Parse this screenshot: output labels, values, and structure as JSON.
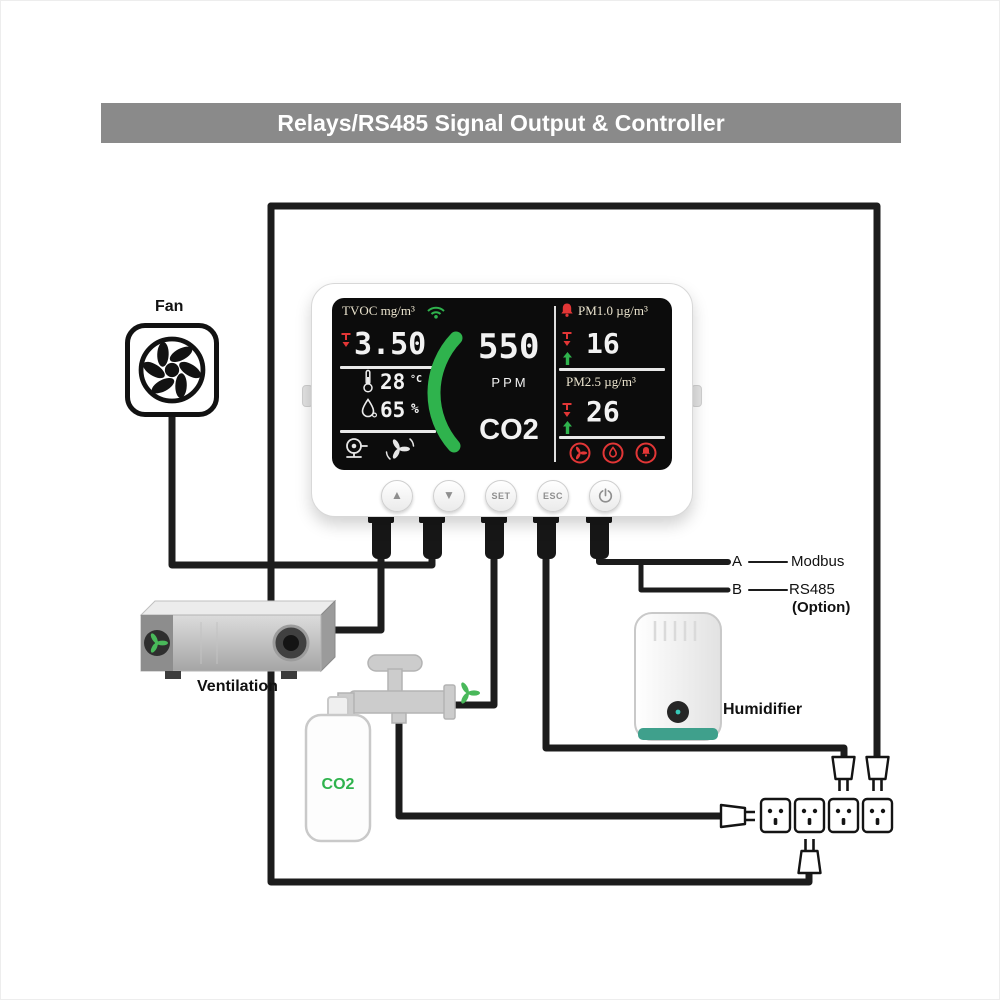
{
  "banner": {
    "title": "Relays/RS485 Signal Output & Controller"
  },
  "monitor": {
    "tvoc_label": "TVOC mg/m³",
    "tvoc_value": "3.50",
    "temp_value": "28",
    "temp_unit": "°C",
    "humidity_value": "65",
    "humidity_unit": "%",
    "co2_value": "550",
    "co2_unit": "PPM",
    "co2_label": "CO2",
    "pm1_label": "PM1.0 µg/m³",
    "pm1_value": "16",
    "pm25_label": "PM2.5 µg/m³",
    "pm25_value": "26",
    "buttons": {
      "up": "▲",
      "down": "▼",
      "set": "SET",
      "esc": "ESC"
    }
  },
  "connections": {
    "fan": "Fan",
    "ventilation": "Ventilation",
    "humidifier": "Humidifier",
    "co2_cylinder": "CO2",
    "terminal_a": "A",
    "terminal_b": "B",
    "protocol_line1": "Modbus",
    "protocol_line2": "RS485",
    "protocol_line3": "(Option)"
  },
  "colors": {
    "banner_bg": "#8a8a8a",
    "banner_fg": "#ffffff",
    "screen_bg": "#0c0c0c",
    "display_white": "#f2f2f2",
    "display_cream": "#eae3cd",
    "accent_green": "#2fb34d",
    "alert_red": "#e23636",
    "wire_black": "#1c1c1c",
    "humidifier_base_teal": "#3fa08c"
  }
}
